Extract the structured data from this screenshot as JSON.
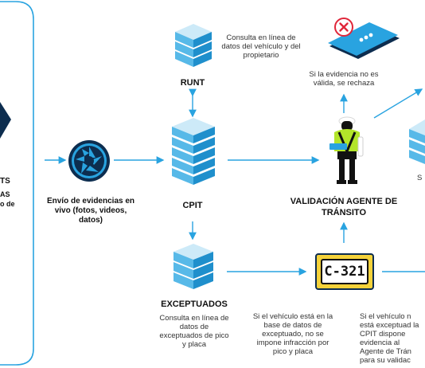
{
  "left_panel": {
    "line1": "TS",
    "line2": "AS",
    "line3": "o de"
  },
  "camera": {
    "caption": "Envío de evidencias en vivo (fotos, videos, datos)",
    "icon": "camera-shutter-icon"
  },
  "runt": {
    "label": "RUNT",
    "desc": "Consulta en línea de datos del vehículo y del propietario"
  },
  "cpit": {
    "label": "CPIT"
  },
  "exceptuados": {
    "label": "EXCEPTUADOS",
    "desc": "Consulta en línea de datos de exceptuados de pico y placa"
  },
  "rechaza": {
    "desc": "Si la evidencia no es válida, se rechaza"
  },
  "validacion": {
    "label": "VALIDACIÓN AGENTE DE TRÁNSITO"
  },
  "plate": {
    "text": "C-321",
    "desc_left": "Si el vehículo está en la base de datos de exceptuado, no se impone infracción por pico y placa",
    "desc_right": "Si el vehículo n está exceptuad la CPIT dispone evidencia al Agente de Trán para su validac"
  },
  "right_edge": {
    "label": "S"
  },
  "colors": {
    "accent_blue": "#29a3e0",
    "dark_blue": "#0d2d4f",
    "server_light": "#cdeaf8",
    "server_mid": "#57b9e8",
    "lime": "#b3e52a",
    "red_x": "#e0263a",
    "plate_bg": "#f4d23a"
  }
}
